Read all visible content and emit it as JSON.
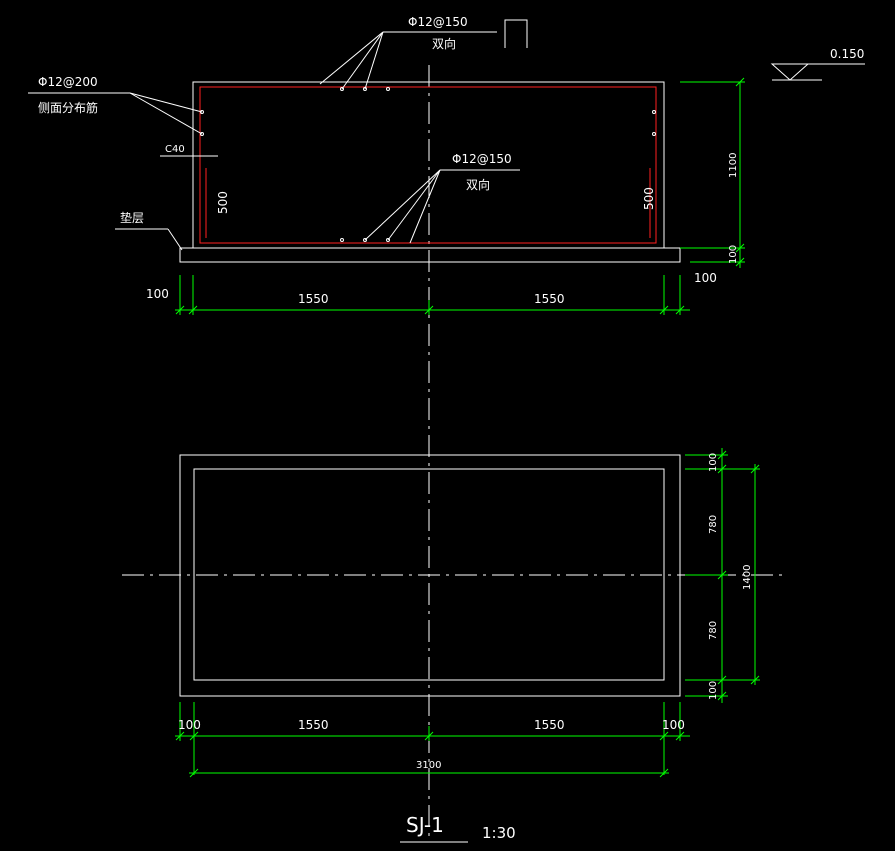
{
  "colors": {
    "background": "#000000",
    "outline": "#ffffff",
    "rebar": "#ff2020",
    "dimension": "#00ff00",
    "centerline": "#ffffff"
  },
  "section": {
    "top_rebar_label": "Φ12@150",
    "top_rebar_sub": "双向",
    "side_rebar_label": "Φ12@200",
    "side_rebar_sub": "侧面分布筋",
    "concrete_label": "C40",
    "bottom_rebar_label": "Φ12@150",
    "bottom_rebar_sub": "双向",
    "cushion_label": "垫层",
    "wall_height_left": "500",
    "wall_height_right": "500",
    "elevation": "0.150",
    "dim_height": "1100",
    "dim_cushion_right": "100",
    "dim_cushion_right_side": "100",
    "dim_bottom_left": "100",
    "dim_bottom_mid_left": "1550",
    "dim_bottom_mid_right": "1550"
  },
  "plan": {
    "dim_top_100": "100",
    "dim_upper_780": "780",
    "dim_total_1400": "1400",
    "dim_lower_780": "780",
    "dim_bottom_100": "100",
    "dim_left_100": "100",
    "dim_left_1550": "1550",
    "dim_right_1550": "1550",
    "dim_right_100": "100",
    "dim_total_3100": "3100"
  },
  "title": {
    "name": "SJ-1",
    "scale": "1:30"
  }
}
